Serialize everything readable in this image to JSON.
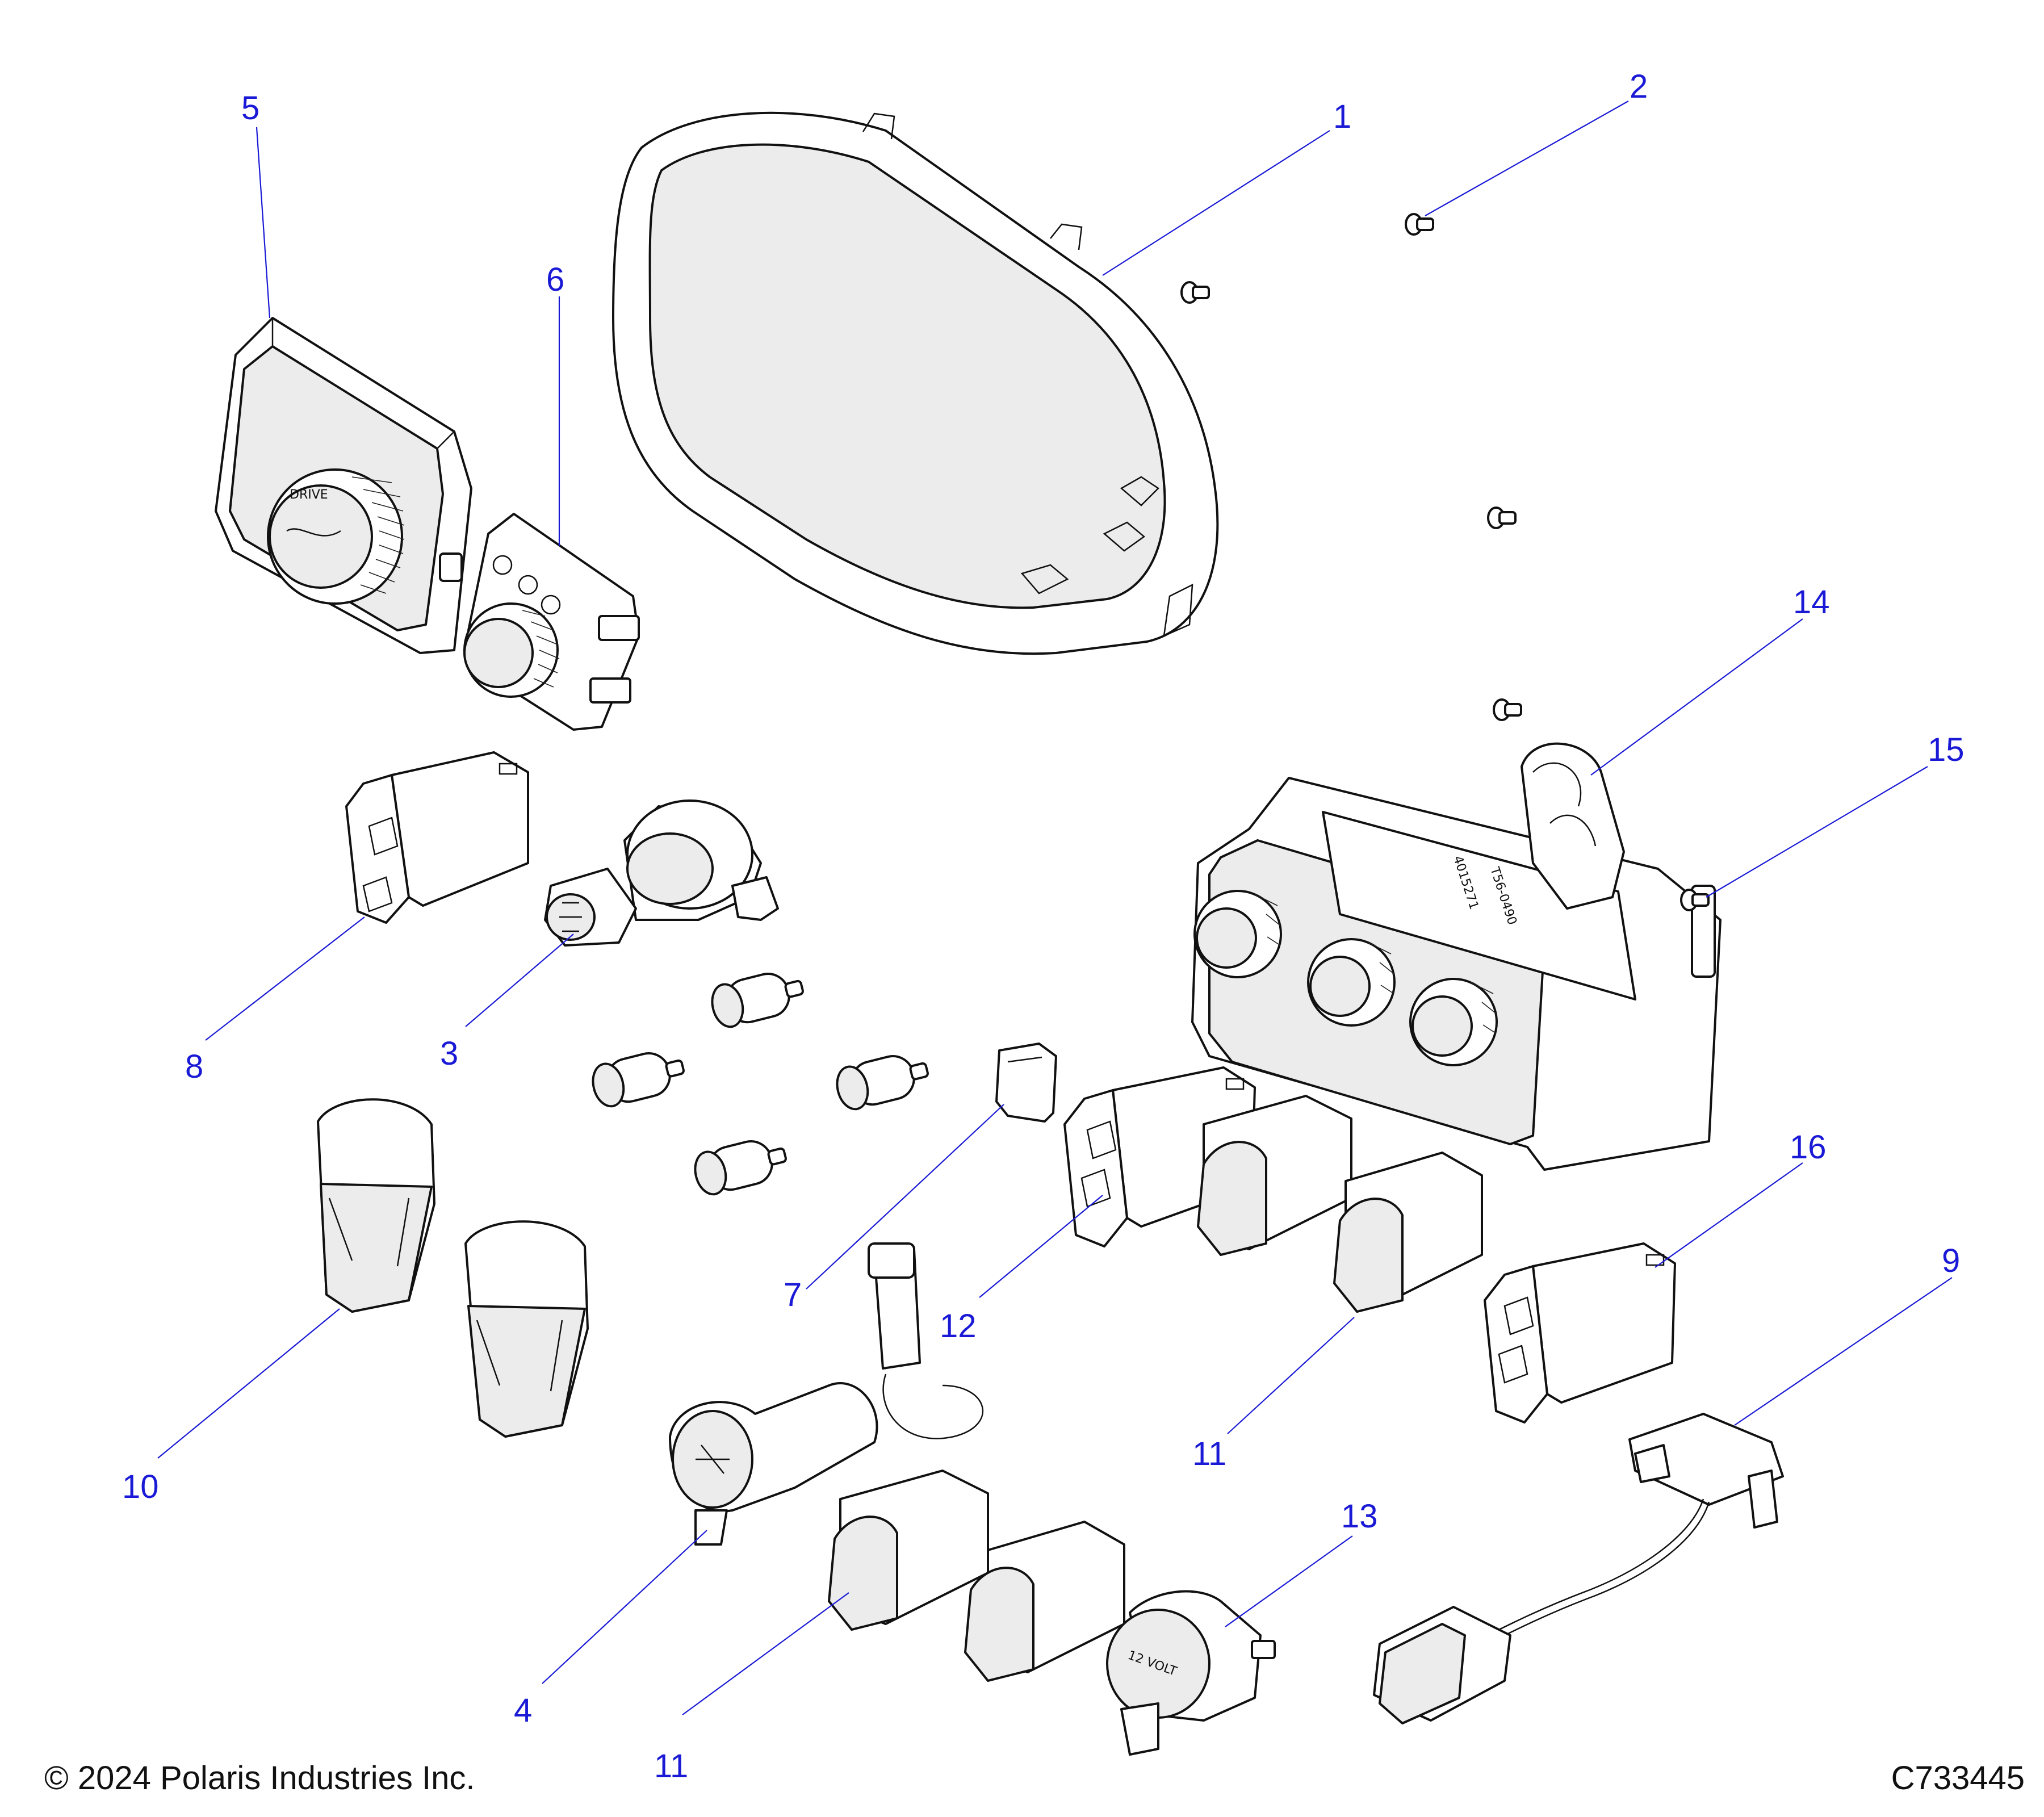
{
  "callouts": [
    {
      "id": "1",
      "label": "1"
    },
    {
      "id": "2",
      "label": "2"
    },
    {
      "id": "3",
      "label": "3"
    },
    {
      "id": "4",
      "label": "4"
    },
    {
      "id": "5",
      "label": "5"
    },
    {
      "id": "6",
      "label": "6"
    },
    {
      "id": "7",
      "label": "7"
    },
    {
      "id": "8",
      "label": "8"
    },
    {
      "id": "9",
      "label": "9"
    },
    {
      "id": "10",
      "label": "10"
    },
    {
      "id": "11a",
      "label": "11"
    },
    {
      "id": "11b",
      "label": "11"
    },
    {
      "id": "12",
      "label": "12"
    },
    {
      "id": "13",
      "label": "13"
    },
    {
      "id": "14",
      "label": "14"
    },
    {
      "id": "15",
      "label": "15"
    },
    {
      "id": "16",
      "label": "16"
    }
  ],
  "part_markings": {
    "drive_mode_knob": "DRIVE",
    "accessory_socket": "12 VOLT",
    "hvac_label_line1": "4015271",
    "hvac_label_line2": "T56-0490"
  },
  "footer": {
    "copyright": "© 2024 Polaris Industries Inc.",
    "diagram_id": "C733445"
  },
  "colors": {
    "callout": "#1a1ad6",
    "line_art": "#111111",
    "background": "#ffffff"
  }
}
